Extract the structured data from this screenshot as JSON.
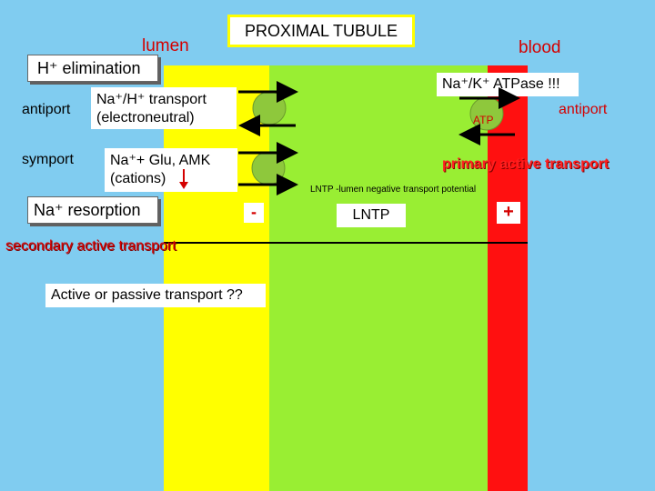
{
  "colors": {
    "background": "#80ccf0",
    "lumen_zone": "#ffff00",
    "cell_zone": "#99ee33",
    "blood_zone": "#ff1010",
    "circle": "#8ec83c",
    "red_text": "#d40000",
    "shadow_red": "#d40000"
  },
  "header": {
    "title": "PROXIMAL TUBULE"
  },
  "labels": {
    "lumen": "lumen",
    "blood": "blood",
    "h_elimination": "H⁺ elimination",
    "antiport_left": "antiport",
    "symport": "symport",
    "na_h_transport_line1": "Na⁺/H⁺ transport",
    "na_h_transport_line2": "(electroneutral)",
    "na_glu_line1": "Na⁺+ Glu, AMK",
    "na_glu_line2": "(cations)",
    "na_resorption": "Na⁺ resorption",
    "secondary_active": "secondary active transport",
    "active_or_passive": "Active or passive transport ??",
    "na_k_atpase": "Na⁺/K⁺ ATPase !!!",
    "antiport_right": "antiport",
    "atp": "ATP",
    "primary_active": "primary active transport",
    "lntp_note": "LNTP -lumen negative transport potential",
    "lntp": "LNTP",
    "minus": "-",
    "plus": "+"
  }
}
